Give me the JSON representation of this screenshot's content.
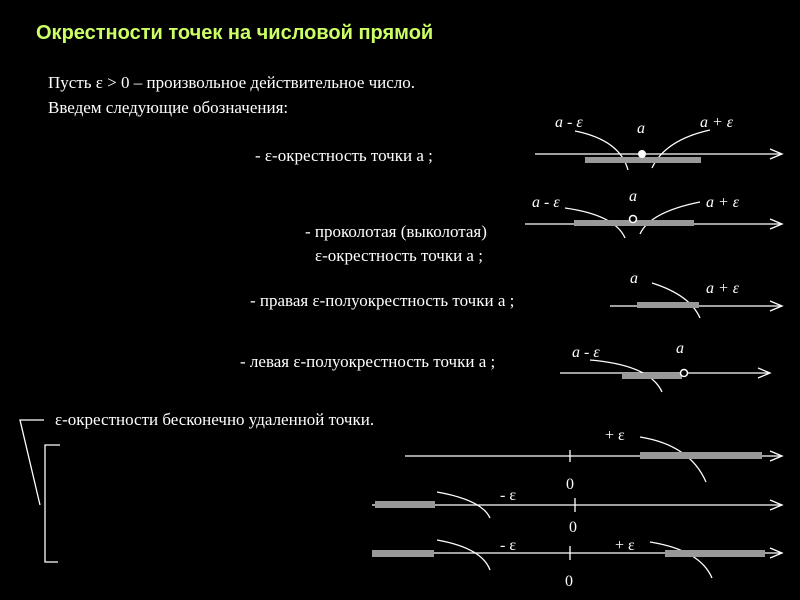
{
  "slide": {
    "title": "Окрестности точек на числовой прямой",
    "intro_line1": "Пусть  ε  > 0 – произвольное действительное число.",
    "intro_line2": "Введем следующие обозначения:",
    "items": [
      {
        "label": "-  ε-окрестность точки a ;"
      },
      {
        "label_line1": "- проколотая (выколотая)",
        "label_line2": "ε-окрестность точки a ;"
      },
      {
        "label": "-  правая   ε-полуокрестность точки a ;"
      },
      {
        "label": "-  левая   ε-полуокрестность точки a ;"
      },
      {
        "label": "ε-окрестности бесконечно удаленной точки."
      }
    ],
    "axis_labels": {
      "a": "a",
      "a_minus_eps": "a - ε",
      "a_plus_eps": "a + ε",
      "plus_eps": "+ ε",
      "minus_eps": "- ε",
      "zero": "0"
    }
  },
  "colors": {
    "background": "#000000",
    "title": "#ccff66",
    "text": "#ffffff",
    "interval": "#999999"
  }
}
